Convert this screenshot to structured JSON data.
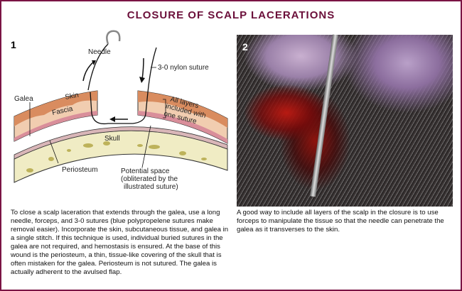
{
  "title": "CLOSURE OF SCALP LACERATIONS",
  "panel1": {
    "number": "1",
    "labels": {
      "needle": "Needle",
      "suture": "3-0 nylon suture",
      "galea": "Galea",
      "skin": "Skin",
      "fascia": "Fascia",
      "all_layers": [
        "All layers",
        "included with",
        "one suture"
      ],
      "skull": "Skull",
      "periosteum": "Periosteum",
      "potential_space": [
        "Potential space",
        "(obliterated by the",
        "illustrated suture)"
      ]
    },
    "caption": "To close a scalp laceration that extends through the galea, use a long needle, forceps, and 3-0 sutures (blue polypropelene sutures make removal easier). Incorporate the skin, subcutaneous tissue, and galea in a single stitch. If this technique is used, individual buried sutures in the galea are not required, and hemostasis is ensured. At the base of this wound is the periosteum, a thin, tissue-like covering of the skull that is often mistaken for the galea. Periosteum is not sutured. The galea is actually adherent to the avulsed flap."
  },
  "panel2": {
    "number": "2",
    "caption": "A good way to include all layers of the scalp in the closure is to use forceps to manipulate the tissue so that the needle can penetrate the galea as it transverses to the skin."
  },
  "colors": {
    "frame": "#7a1444",
    "title": "#6b0f3a",
    "skin": "#d98c5f",
    "fascia": "#f1cdb0",
    "galea": "#d98e9a",
    "skull": "#f0ecc4"
  }
}
